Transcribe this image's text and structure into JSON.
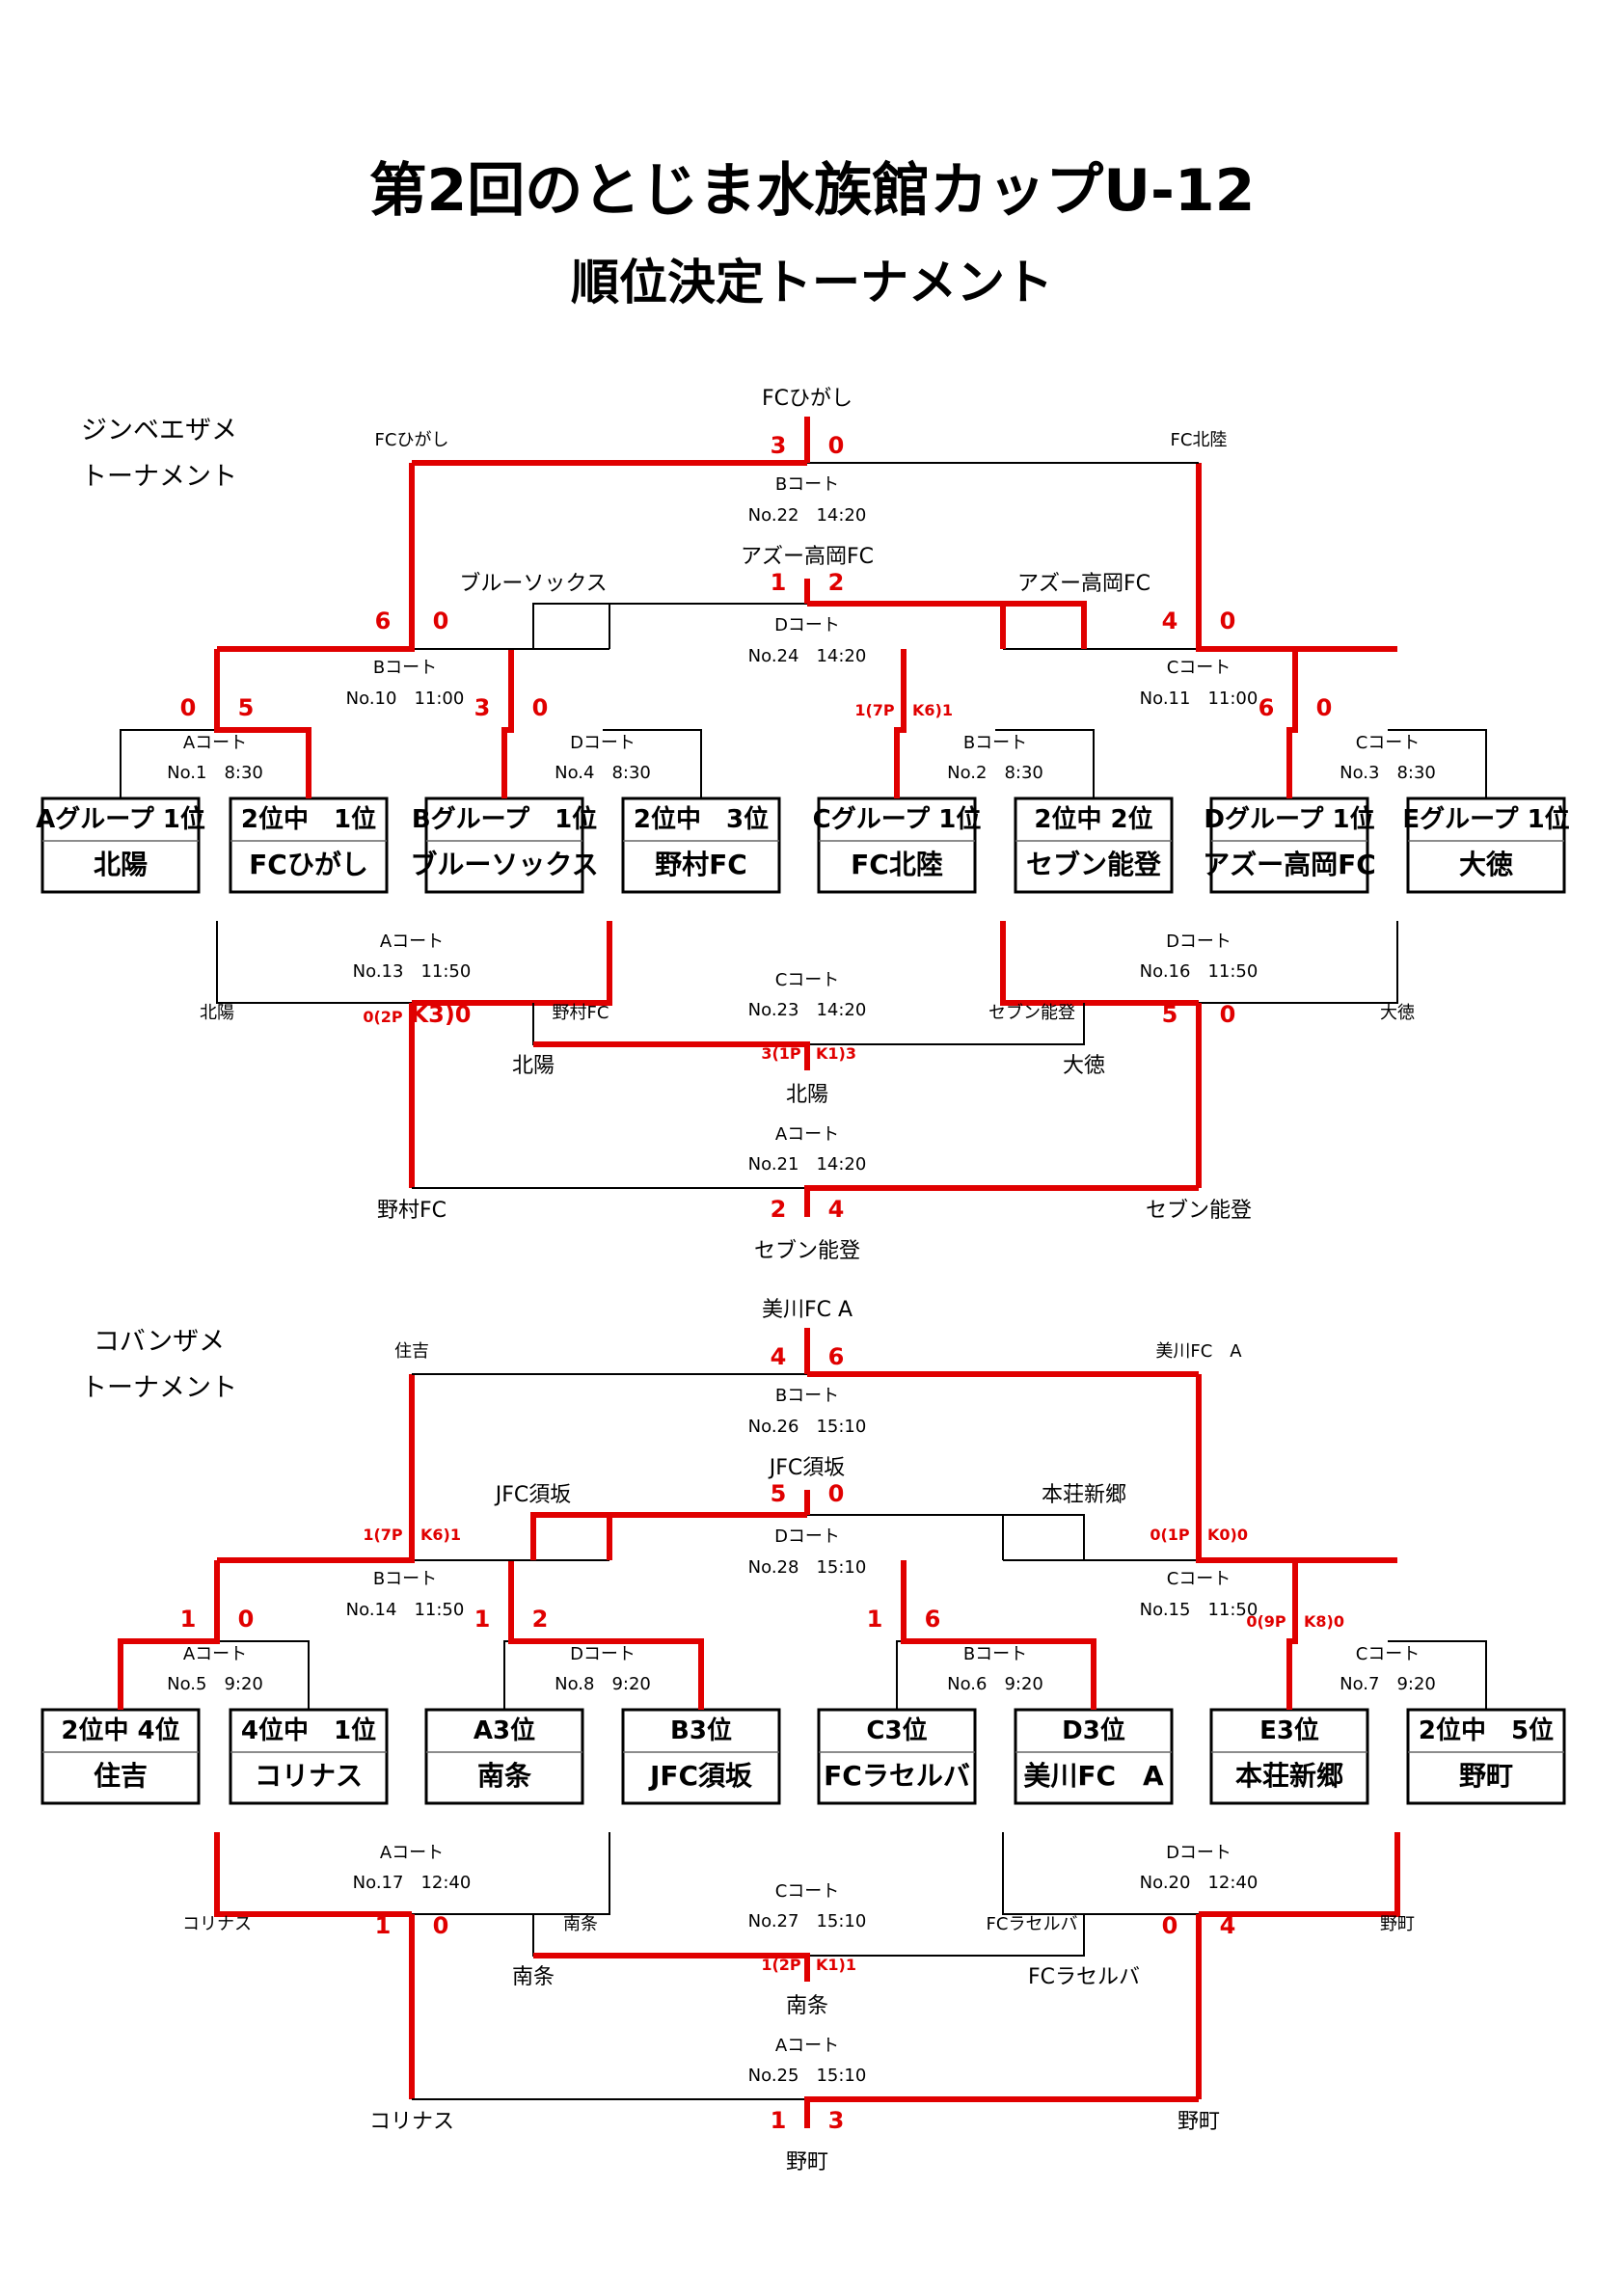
{
  "title": "第2回のとじま水族館カップU-12",
  "subtitle": "順位決定トーナメント",
  "brackets": [
    {
      "name_lines": [
        "ジンベエザメ",
        "トーナメント"
      ],
      "seeds": [
        {
          "top": "Aグループ 1位",
          "bottom": "北陽"
        },
        {
          "top": "2位中　1位",
          "bottom": "FCひがし"
        },
        {
          "top": "Bグループ　1位",
          "bottom": "ブルーソックス"
        },
        {
          "top": "2位中　3位",
          "bottom": "野村FC"
        },
        {
          "top": "Cグループ 1位",
          "bottom": "FC北陸"
        },
        {
          "top": "2位中 2位",
          "bottom": "セブン能登"
        },
        {
          "top": "Dグループ 1位",
          "bottom": "アズー高岡FC"
        },
        {
          "top": "Eグループ 1位",
          "bottom": "大徳"
        }
      ],
      "r1": [
        {
          "court": "Aコート",
          "no": "No.1　8:30",
          "l": "0",
          "r": "5"
        },
        {
          "court": "Dコート",
          "no": "No.4　8:30",
          "l": "3",
          "r": "0"
        },
        {
          "court": "Bコート",
          "no": "No.2　8:30",
          "l": "1(7P",
          "r": "K6)1"
        },
        {
          "court": "Cコート",
          "no": "No.3　8:30",
          "l": "6",
          "r": "0"
        }
      ],
      "r2": [
        {
          "court": "Bコート",
          "no": "No.10　11:00",
          "l": "6",
          "r": "0",
          "left_name": "",
          "right_name": "ブルーソックス"
        },
        {
          "court": "Cコート",
          "no": "No.11　11:00",
          "l": "4",
          "r": "0",
          "left_name": "アズー高岡FC",
          "right_name": ""
        }
      ],
      "semi": {
        "court": "Dコート",
        "no": "No.24　14:20",
        "l": "1",
        "r": "2",
        "winner": "アズー高岡FC"
      },
      "final": {
        "court": "Bコート",
        "no": "No.22　14:20",
        "l": "3",
        "r": "0",
        "left_name": "FCひがし",
        "right_name": "FC北陸",
        "winner": "FCひがし"
      },
      "lower": {
        "left": {
          "court": "Aコート",
          "no": "No.13　11:50",
          "l": "0(2P",
          "r": "K3)0",
          "a": "北陽",
          "b": "野村FC"
        },
        "right": {
          "court": "Dコート",
          "no": "No.16　11:50",
          "l": "5",
          "r": "0",
          "a": "セブン能登",
          "b": "大徳"
        },
        "mid": {
          "court": "Cコート",
          "no": "No.23　14:20",
          "l": "3(1P",
          "r": "K1)3",
          "a": "北陽",
          "b": "大徳",
          "winner": "北陽"
        },
        "bottom": {
          "court": "Aコート",
          "no": "No.21　14:20",
          "l": "2",
          "r": "4",
          "a": "野村FC",
          "b": "セブン能登",
          "winner": "セブン能登"
        }
      }
    },
    {
      "name_lines": [
        "コバンザメ",
        "トーナメント"
      ],
      "seeds": [
        {
          "top": "2位中 4位",
          "bottom": "住吉"
        },
        {
          "top": "4位中　1位",
          "bottom": "コリナス"
        },
        {
          "top": "A3位",
          "bottom": "南条"
        },
        {
          "top": "B3位",
          "bottom": "JFC須坂"
        },
        {
          "top": "C3位",
          "bottom": "FCラセルバ"
        },
        {
          "top": "D3位",
          "bottom": "美川FC　A"
        },
        {
          "top": "E3位",
          "bottom": "本荘新郷"
        },
        {
          "top": "2位中　5位",
          "bottom": "野町"
        }
      ],
      "r1": [
        {
          "court": "Aコート",
          "no": "No.5　9:20",
          "l": "1",
          "r": "0"
        },
        {
          "court": "Dコート",
          "no": "No.8　9:20",
          "l": "1",
          "r": "2"
        },
        {
          "court": "Bコート",
          "no": "No.6　9:20",
          "l": "1",
          "r": "6"
        },
        {
          "court": "Cコート",
          "no": "No.7　9:20",
          "l": "0(9P",
          "r": "K8)0"
        }
      ],
      "r2": [
        {
          "court": "Bコート",
          "no": "No.14　11:50",
          "l": "1(7P",
          "r": "K6)1",
          "left_name": "",
          "right_name": "JFC須坂"
        },
        {
          "court": "Cコート",
          "no": "No.15　11:50",
          "l": "0(1P",
          "r": "K0)0",
          "left_name": "本荘新郷",
          "right_name": ""
        }
      ],
      "semi": {
        "court": "Dコート",
        "no": "No.28　15:10",
        "l": "5",
        "r": "0",
        "winner": "JFC須坂"
      },
      "final": {
        "court": "Bコート",
        "no": "No.26　15:10",
        "l": "4",
        "r": "6",
        "left_name": "住吉",
        "right_name": "美川FC　A",
        "winner": "美川FC A"
      },
      "lower": {
        "left": {
          "court": "Aコート",
          "no": "No.17　12:40",
          "l": "1",
          "r": "0",
          "a": "コリナス",
          "b": "南条"
        },
        "right": {
          "court": "Dコート",
          "no": "No.20　12:40",
          "l": "0",
          "r": "4",
          "a": "FCラセルバ",
          "b": "野町"
        },
        "mid": {
          "court": "Cコート",
          "no": "No.27　15:10",
          "l": "1(2P",
          "r": "K1)1",
          "a": "南条",
          "b": "FCラセルバ",
          "winner": "南条"
        },
        "bottom": {
          "court": "Aコート",
          "no": "No.25　15:10",
          "l": "1",
          "r": "3",
          "a": "コリナス",
          "b": "野町",
          "winner": "野町"
        }
      }
    }
  ],
  "colors": {
    "winner_line": "#e00000",
    "line": "#000000",
    "score": "#e00000"
  }
}
